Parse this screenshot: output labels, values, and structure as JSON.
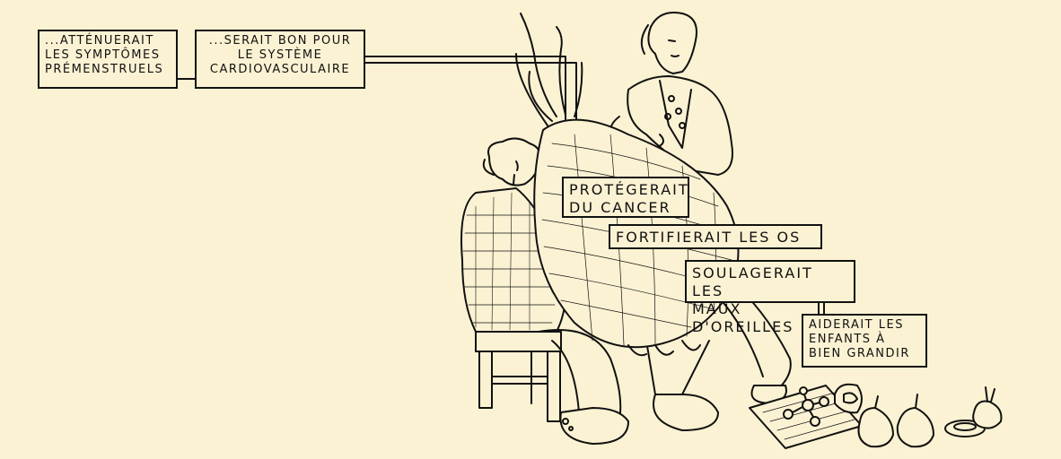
{
  "labels": {
    "premenstrual": "...ATTÉNUERAIT\nLES SYMPTÔMES\nPRÉMENSTRUELS",
    "cardio": "...SERAIT BON POUR\nLE SYSTÈME\nCARDIOVASCULAIRE",
    "cancer": "PROTÉGERAIT\nDU CANCER",
    "bones": "FORTIFIERAIT LES OS",
    "ears": "SOULAGERAIT LES\nMAUX D'OREILLES",
    "children": "AIDERAIT LES\nENFANTS À\nBIEN GRANDIR"
  },
  "colors": {
    "background": "#fbf2d3",
    "ink": "#111111"
  }
}
